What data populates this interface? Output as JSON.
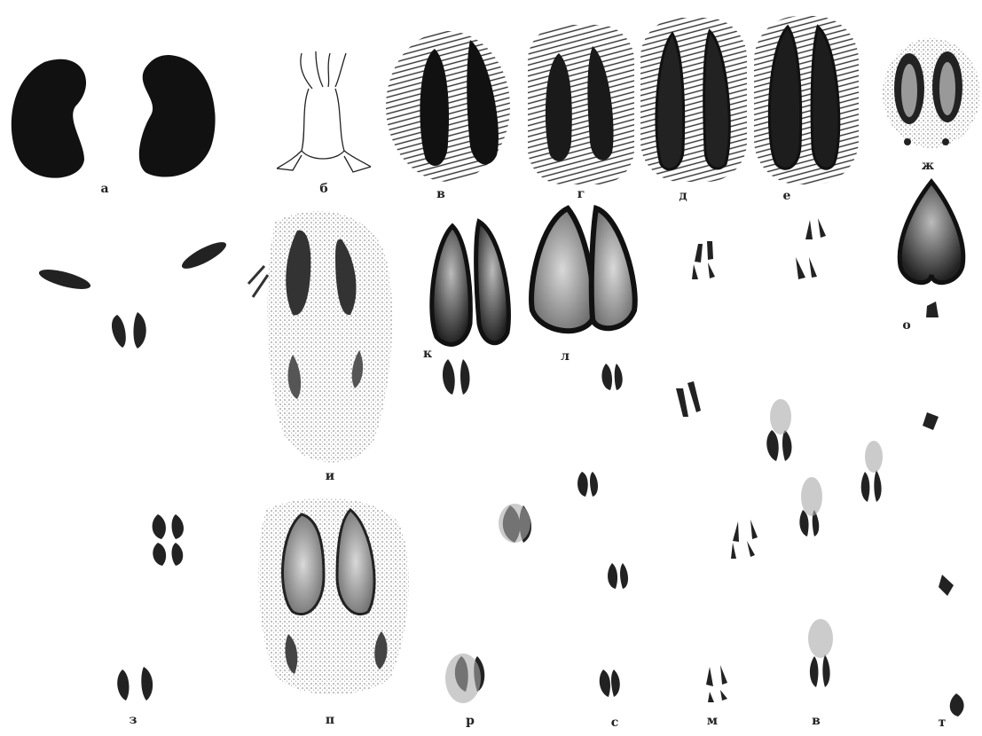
{
  "figure": {
    "labels": {
      "a": "а",
      "b": "б",
      "v": "в",
      "g": "г",
      "d": "д",
      "e": "е",
      "zh": "ж",
      "z": "з",
      "i": "и",
      "k": "к",
      "l": "л",
      "m": "м",
      "o": "о",
      "p": "п",
      "r": "р",
      "s": "с",
      "t": "т",
      "v2": "в"
    },
    "colors": {
      "ink": "#1a1a1a",
      "grey": "#555555",
      "paper": "#ffffff"
    }
  }
}
